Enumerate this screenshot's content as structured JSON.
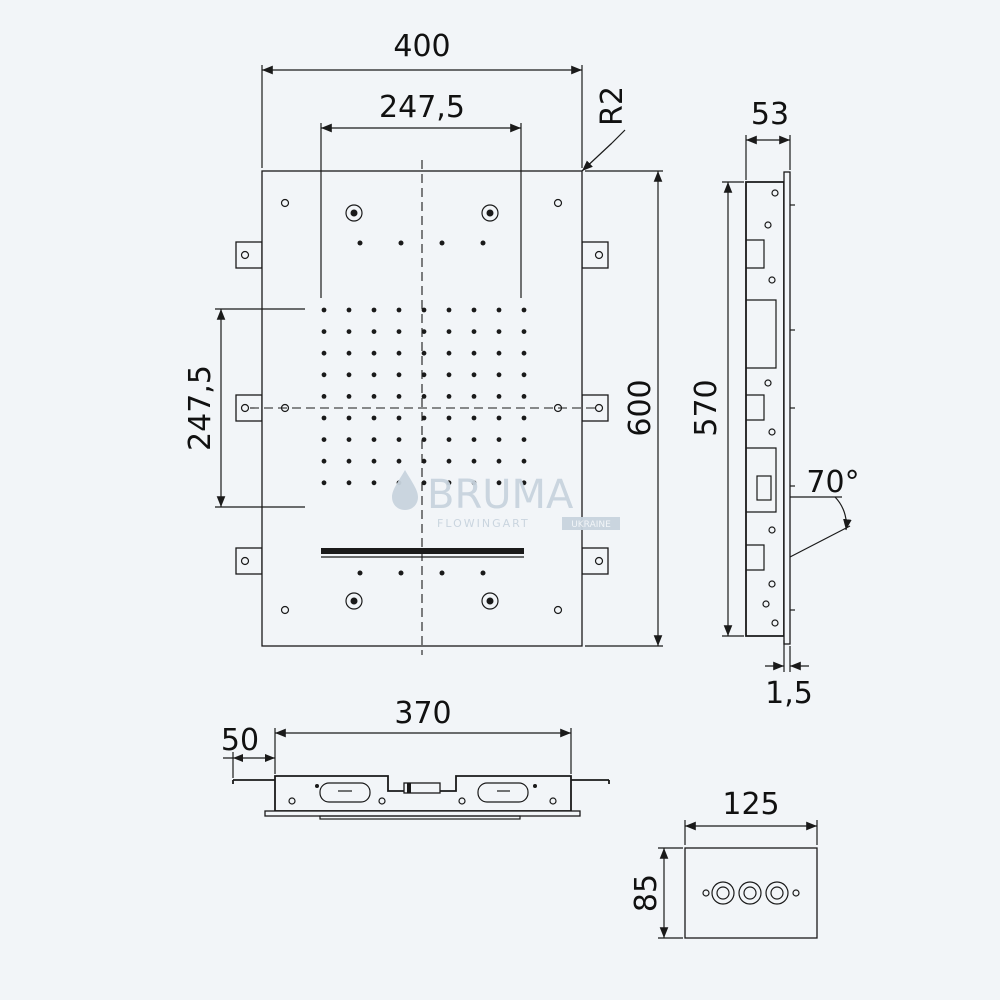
{
  "front_view": {
    "width": "400",
    "inner_width": "247,5",
    "inner_height": "247,5",
    "height": "600",
    "radius": "R2"
  },
  "side_view": {
    "depth": "53",
    "height": "570",
    "angle": "70°",
    "thickness": "1,5"
  },
  "bottom_view": {
    "offset": "50",
    "width": "370"
  },
  "control_panel": {
    "width": "125",
    "height": "85"
  },
  "watermark": {
    "brand": "BRUMA",
    "tagline": "FLOWINGART",
    "region": "UKRAINE"
  },
  "colors": {
    "background": "#f2f5f8",
    "line": "#1a1a1a",
    "watermark": "#c8d4de"
  }
}
